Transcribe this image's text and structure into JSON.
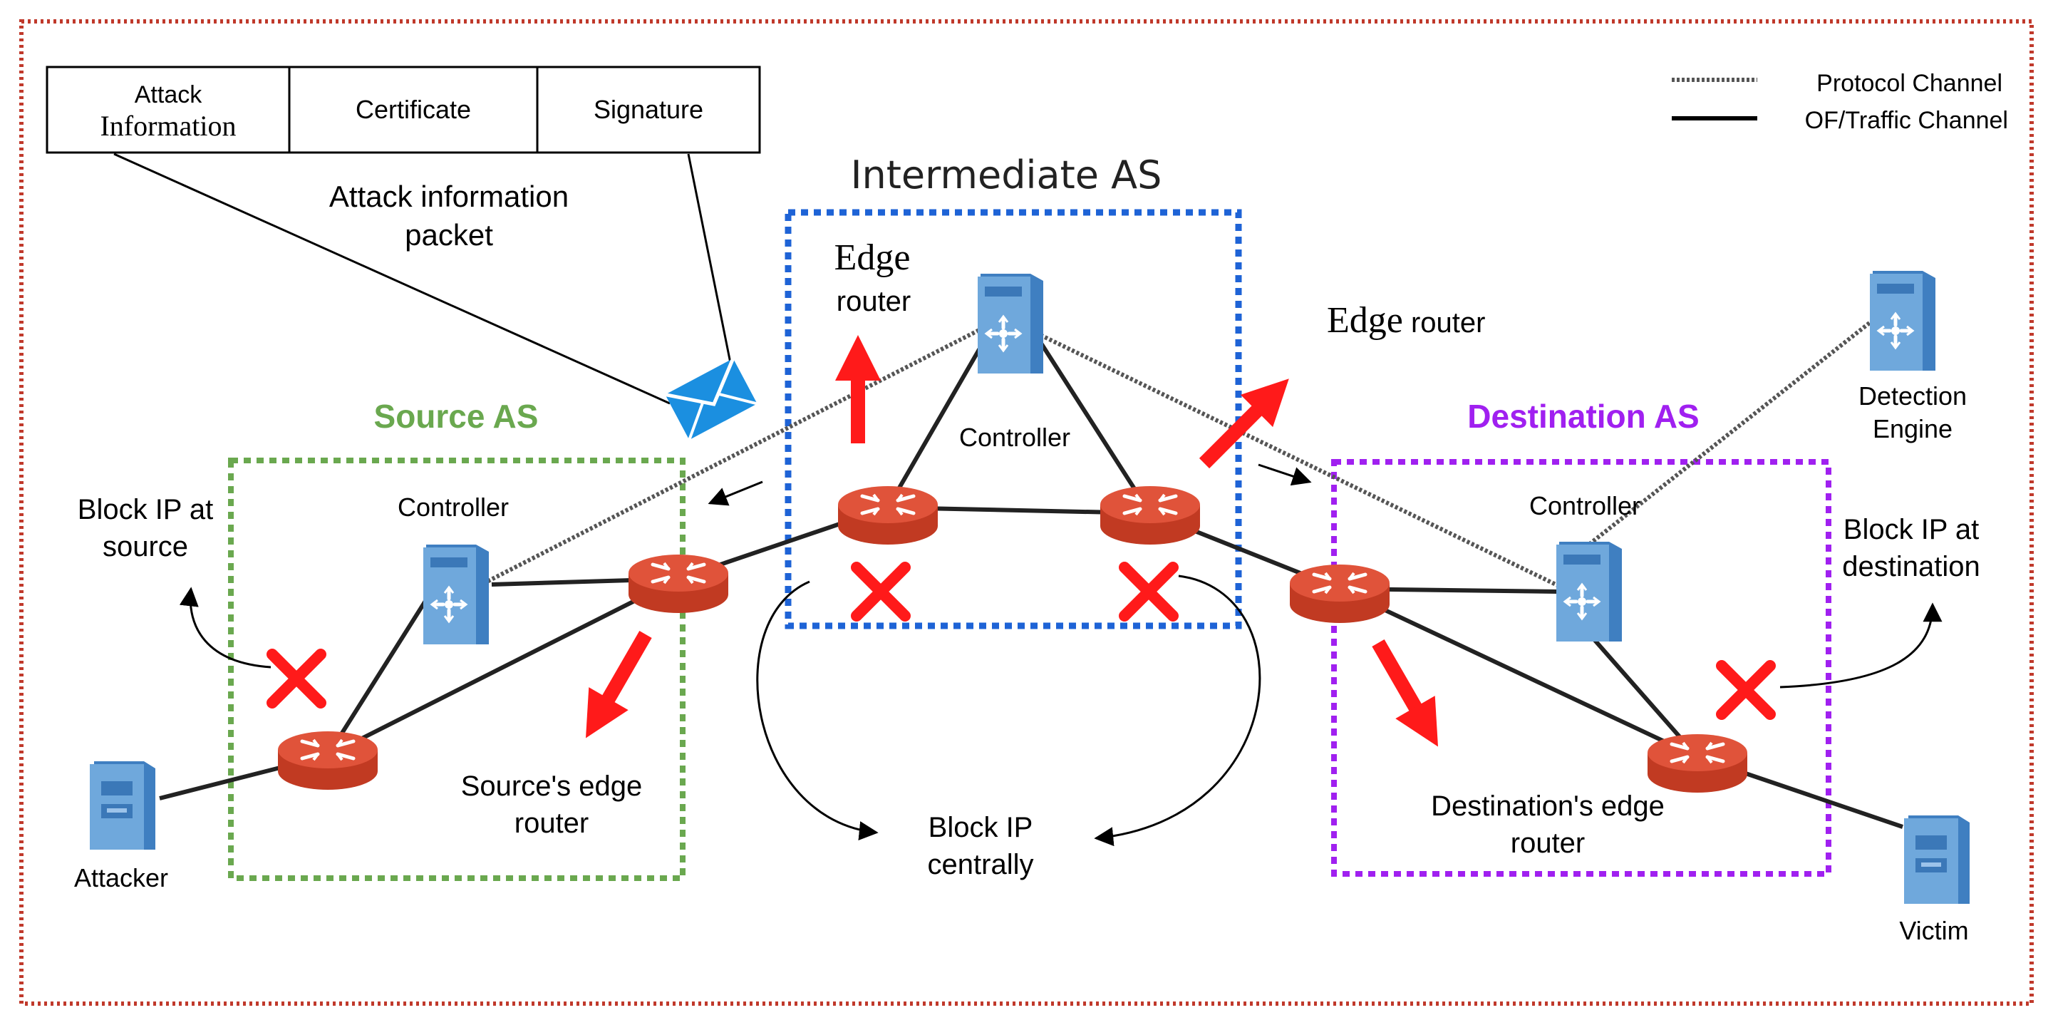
{
  "packet_fields": [
    "Attack Information",
    "Certificate",
    "Signature"
  ],
  "packet_fields_lines": {
    "attack_information": [
      "Attack",
      "Information"
    ]
  },
  "packet_label": [
    "Attack information",
    "packet"
  ],
  "legend": {
    "protocol_channel": "Protocol Channel",
    "traffic_channel": "OF/Traffic Channel"
  },
  "regions": {
    "intermediate": {
      "title": "Intermediate AS",
      "color": "#1e63d6"
    },
    "source": {
      "title": "Source AS",
      "color": "#6aa84f"
    },
    "destination": {
      "title": "Destination AS",
      "color": "#a020f0"
    }
  },
  "labels": {
    "edge_router_left_1": "Edge",
    "edge_router_left_2": "router",
    "edge_router_right_a": "Edge",
    "edge_router_right_b": " router",
    "controller_intermediate": "Controller",
    "controller_source": "Controller",
    "controller_destination": "Controller",
    "detection_engine": [
      "Detection",
      "Engine"
    ],
    "block_source": [
      "Block IP at",
      "source"
    ],
    "block_destination": [
      "Block IP at",
      "destination"
    ],
    "block_central": [
      "Block IP",
      "centrally"
    ],
    "source_edge": [
      "Source's edge",
      "router"
    ],
    "destination_edge": [
      "Destination's edge",
      "router"
    ],
    "attacker": "Attacker",
    "victim": "Victim"
  },
  "colors": {
    "frame": "#c0392b",
    "router": "#d9442a",
    "server": "#5b9bd5",
    "arrow": "#ff1a1a",
    "cross": "#ff1a1a",
    "envelope": "#1b8fe0"
  }
}
